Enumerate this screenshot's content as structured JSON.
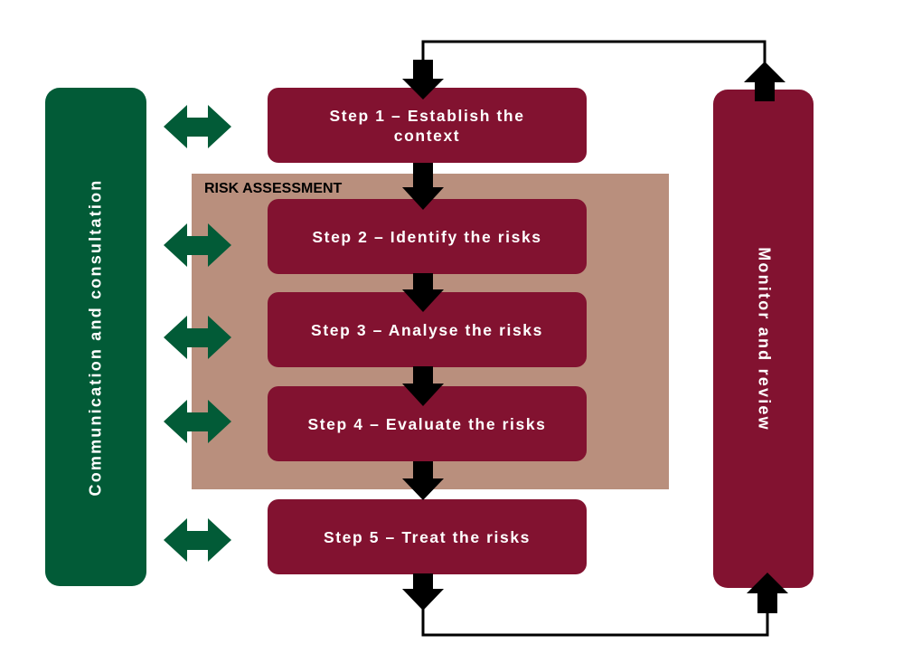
{
  "diagram": {
    "communication_label": "Communication and consultation",
    "monitor_label": "Monitor and review",
    "risk_assessment_label": "RISK ASSESSMENT",
    "steps": [
      {
        "label": "Step 1 – Establish the context"
      },
      {
        "label": "Step 2 – Identify the risks"
      },
      {
        "label": "Step 3 – Analyse the risks"
      },
      {
        "label": "Step 4 – Evaluate the risks"
      },
      {
        "label": "Step 5 – Treat the risks"
      }
    ]
  },
  "colors": {
    "maroon": "#821230",
    "dark_green": "#025b37",
    "risk_assessment_fill": "#b98f7d",
    "arrow_black": "#000000"
  }
}
